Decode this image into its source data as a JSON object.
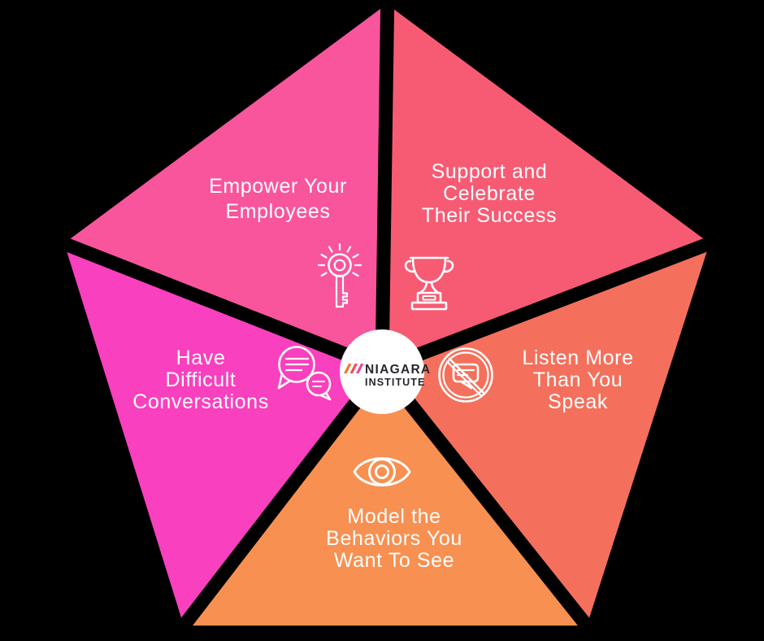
{
  "background_color": "#000000",
  "gap_color": "#000000",
  "label_color": "#FFFFFF",
  "segments": [
    {
      "id": "empower-your-employees",
      "color": "#F9559C",
      "icon": "key-icon",
      "lines": [
        "Empower Your",
        "Employees"
      ]
    },
    {
      "id": "support-and-celebrate-their-success",
      "color": "#F75B73",
      "icon": "trophy-icon",
      "lines": [
        "Support and",
        "Celebrate",
        "Their Success"
      ]
    },
    {
      "id": "listen-more-than-you-speak",
      "color": "#F4705C",
      "icon": "no-talking-icon",
      "lines": [
        "Listen More",
        "Than You",
        "Speak"
      ]
    },
    {
      "id": "model-the-behaviors-you-want-to-see",
      "color": "#F79051",
      "icon": "eye-icon",
      "lines": [
        "Model the",
        "Behaviors You",
        "Want To See"
      ]
    },
    {
      "id": "have-difficult-conversations",
      "color": "#F940BE",
      "icon": "conversation-icon",
      "lines": [
        "Have",
        "Difficult",
        "Conversations"
      ]
    }
  ],
  "center_badge": {
    "background": "#FFFFFF",
    "logo_line1": "NIAGARA",
    "logo_line2": "INSTITUTE",
    "logo_text_color": "#26262E",
    "logo_slash_colors": [
      "#F0762A",
      "#EF4E55",
      "#F2419B"
    ]
  }
}
